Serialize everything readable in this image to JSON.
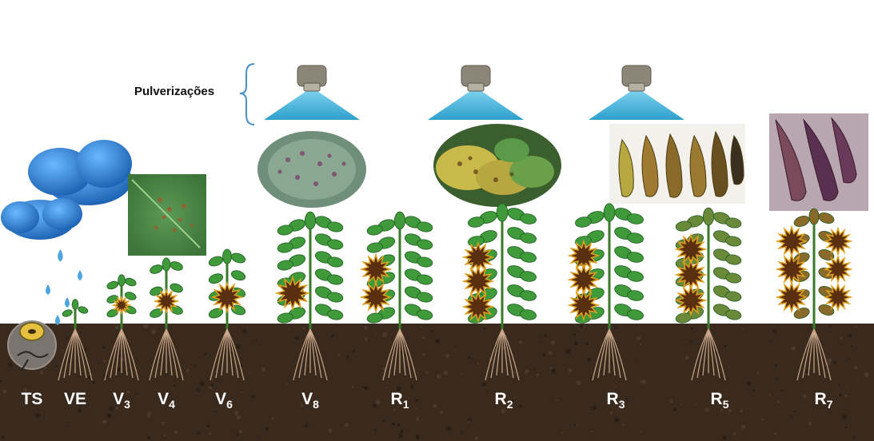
{
  "spray_label": "Pulverizações",
  "stages": [
    {
      "base": "TS",
      "sub": ""
    },
    {
      "base": "VE",
      "sub": ""
    },
    {
      "base": "V",
      "sub": "3"
    },
    {
      "base": "V",
      "sub": "4"
    },
    {
      "base": "V",
      "sub": "6"
    },
    {
      "base": "V",
      "sub": "8"
    },
    {
      "base": "R",
      "sub": "1"
    },
    {
      "base": "R",
      "sub": "2"
    },
    {
      "base": "R",
      "sub": "3"
    },
    {
      "base": "R",
      "sub": "5"
    },
    {
      "base": "R",
      "sub": "7"
    }
  ],
  "colors": {
    "soil": "#3a2a1e",
    "leaf": "#3f9a3a",
    "lesion": "#5a2f10",
    "lesion_edge": "#e0a020",
    "cloud": "#2a7fd0",
    "spray": "#3fb3d8",
    "nozzle": "#8c8678",
    "bracket": "#4a90c8"
  }
}
